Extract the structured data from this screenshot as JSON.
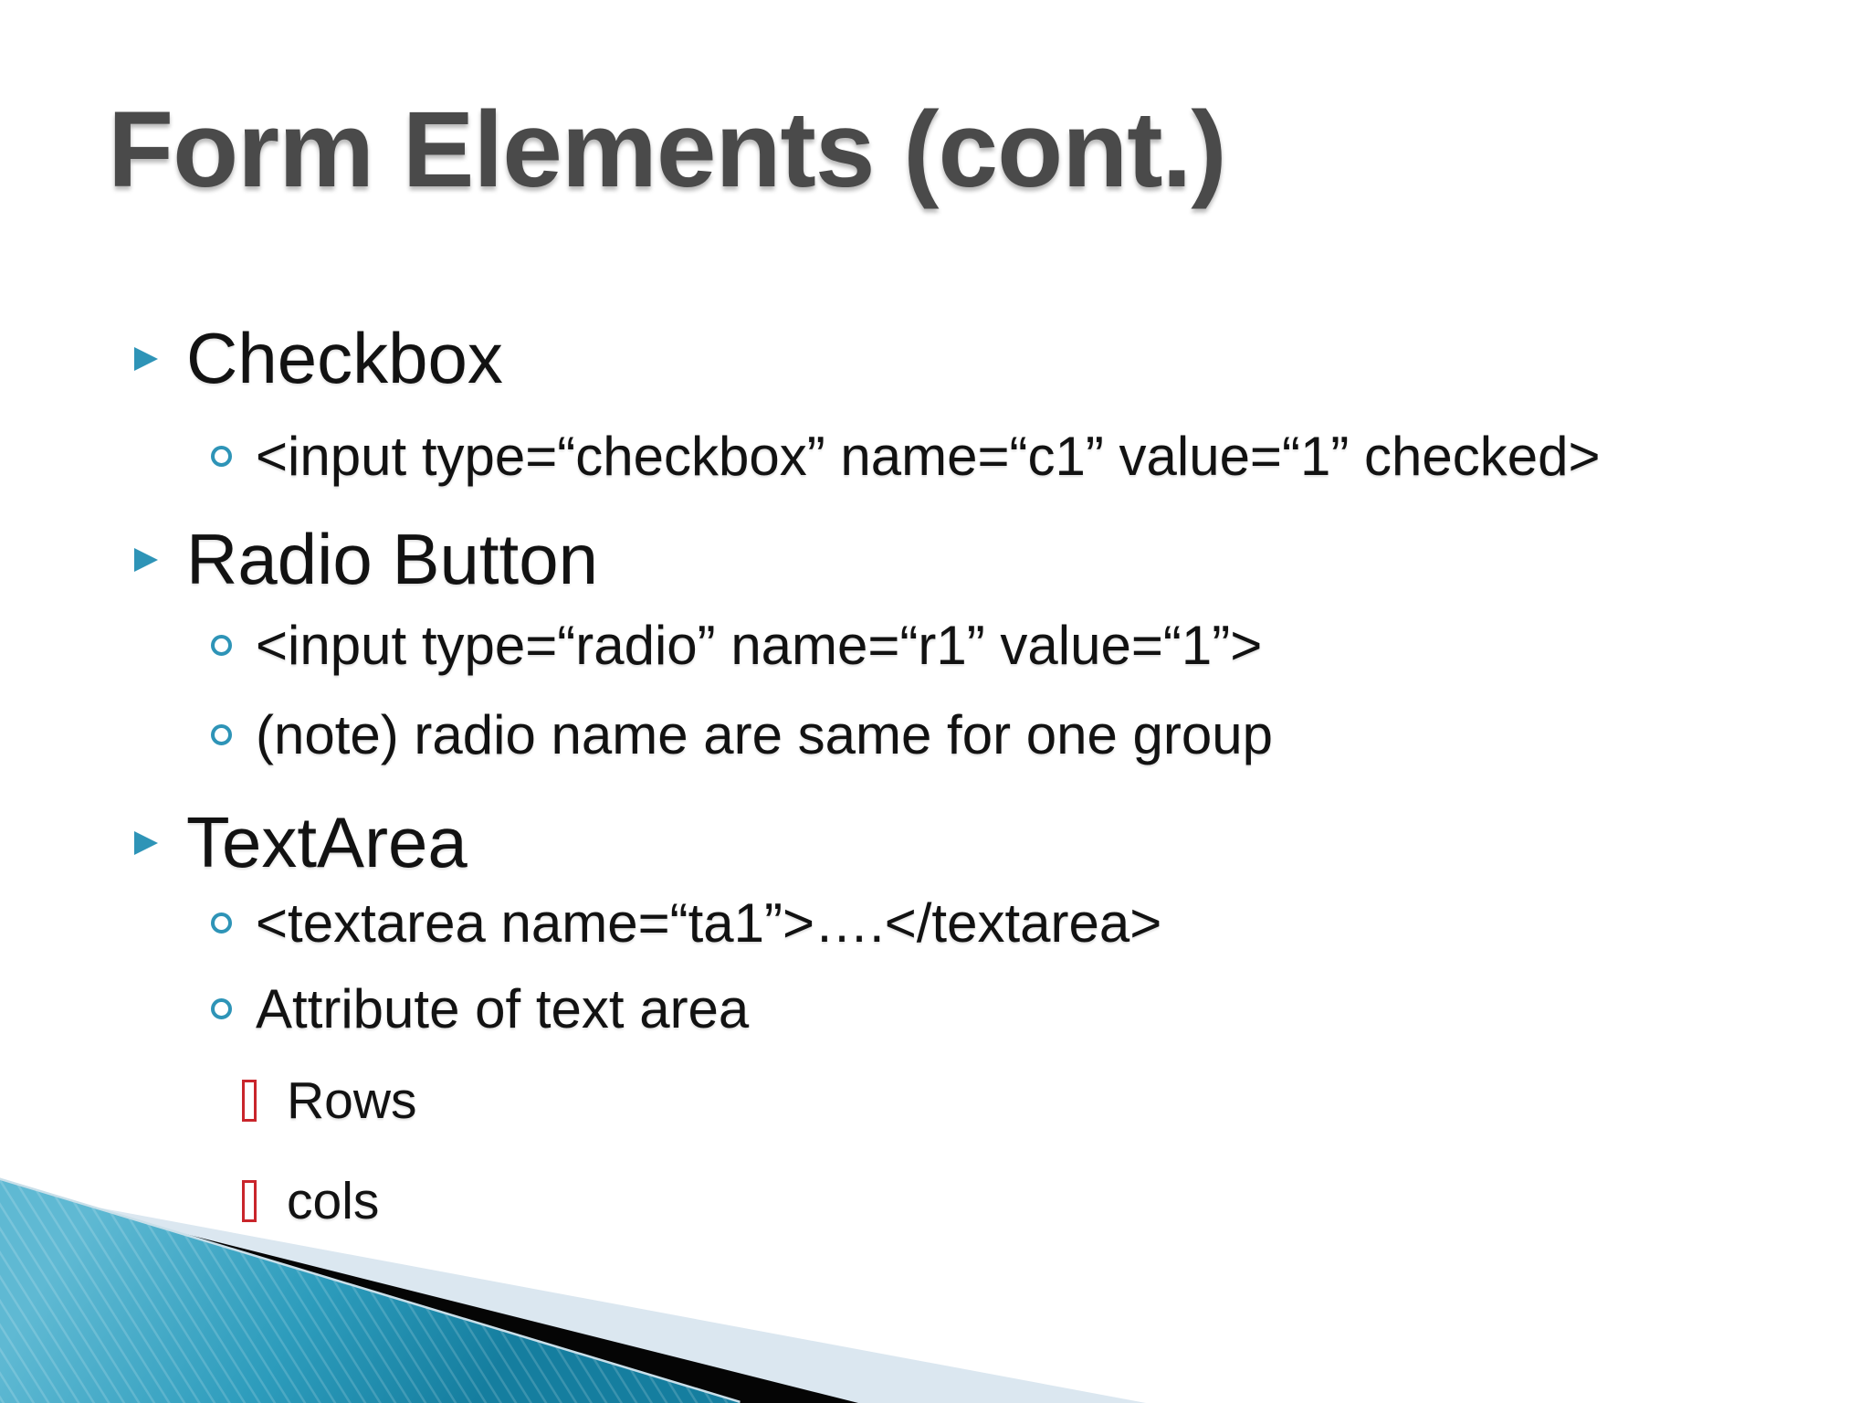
{
  "slide": {
    "title": "Form Elements (cont.)",
    "colors": {
      "accent_teal": "#2e94b7",
      "marker_red": "#c9252b",
      "title_gray": "#4a4a4a",
      "wedge_teal_light": "#5fb9d3",
      "wedge_teal_dark": "#157e9f",
      "wedge_pale_blue": "#dbe7f0",
      "wedge_black": "#050505"
    },
    "lines": [
      {
        "level": 1,
        "marker": "triangle-bullet-icon",
        "text": "Checkbox"
      },
      {
        "level": 2,
        "marker": "circle-bullet-icon",
        "text": "<input type=“checkbox” name=“c1” value=“1” checked>"
      },
      {
        "level": 1,
        "marker": "triangle-bullet-icon",
        "text": "Radio Button"
      },
      {
        "level": 2,
        "marker": "circle-bullet-icon",
        "text": "<input type=“radio” name=“r1” value=“1”>"
      },
      {
        "level": 2,
        "marker": "circle-bullet-icon",
        "text": "(note) radio name are same for one group"
      },
      {
        "level": 1,
        "marker": "triangle-bullet-icon",
        "text": "TextArea"
      },
      {
        "level": 2,
        "marker": "circle-bullet-icon",
        "text": "<textarea name=“ta1”>….</textarea>"
      },
      {
        "level": 2,
        "marker": "circle-bullet-icon",
        "text": "Attribute of text area"
      },
      {
        "level": 3,
        "marker": "square-bullet-icon",
        "text": "Rows"
      },
      {
        "level": 3,
        "marker": "square-bullet-icon",
        "text": "cols"
      }
    ]
  }
}
